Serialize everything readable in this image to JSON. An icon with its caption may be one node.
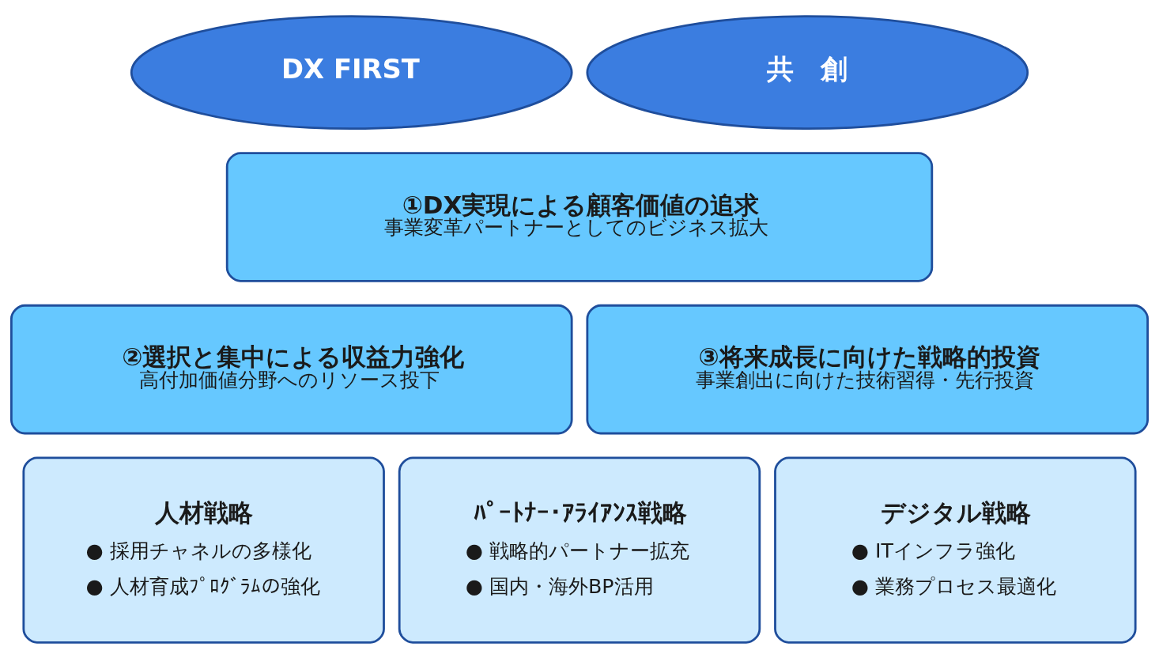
{
  "diagram": {
    "nodes": [
      {
        "text": [
          "DX FIRST"
        ]
      },
      {
        "text": [
          "共　創"
        ]
      },
      {
        "text": [
          "①DX実現による顧客価値の追求",
          "事業変革パートナーとしてのビジネス拡大"
        ]
      },
      {
        "text": [
          "②選択と集中による収益力強化",
          "高付加価値分野へのリソース投下"
        ]
      },
      {
        "text": [
          "③将来成長に向けた戦略的投資",
          "事業創出に向けた技術習得・先行投資"
        ]
      },
      {
        "text": [
          "人材戦略",
          "● 採用チャネルの多様化",
          "● 人材育成ﾌﾟﾛｸﾞﾗﾑの強化"
        ]
      },
      {
        "text": [
          "ﾊﾟｰﾄﾅｰ･ｱﾗｲｱﾝｽ戦略",
          "● 戦略的パートナー拡充",
          "● 国内・海外BP活用"
        ]
      },
      {
        "text": [
          "デジタル戦略",
          "● ITインフラ強化",
          "● 業務プロセス最適化"
        ]
      }
    ],
    "edges": []
  }
}
